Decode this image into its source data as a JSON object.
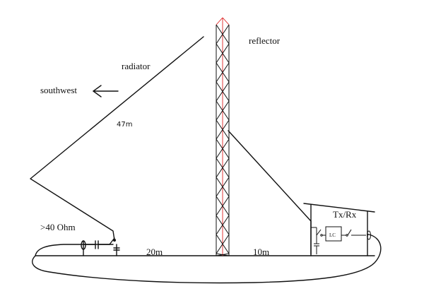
{
  "diagram": {
    "labels": {
      "radiator": "radiator",
      "reflector": "reflector",
      "southwest": "southwest",
      "length_47m": "47m",
      "impedance": ">40 Ohm",
      "dist_20m": "20m",
      "dist_10m": "10m",
      "txrx": "Tx/Rx",
      "lc": "LC"
    },
    "colors": {
      "ink": "#111111",
      "tower_red": "#dd2222",
      "background": "#ffffff"
    },
    "icons": [
      "arrow-left-icon",
      "capacitor-icon",
      "switch-icon",
      "coax-choke-icon"
    ]
  }
}
